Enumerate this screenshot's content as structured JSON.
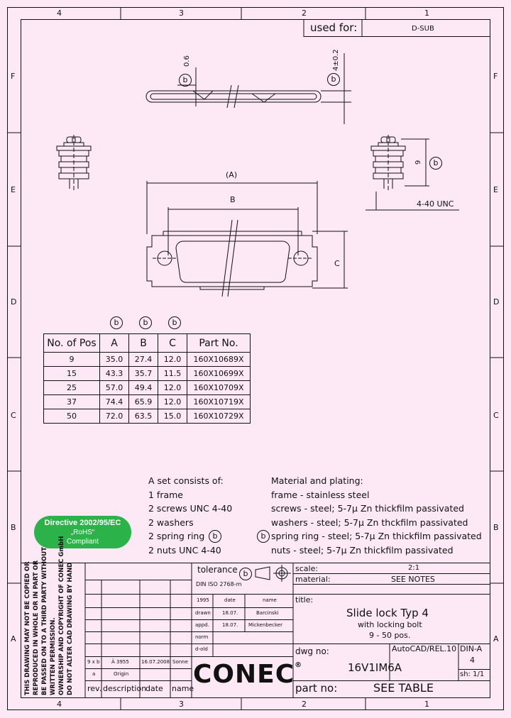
{
  "border": {
    "col_labels": [
      "4",
      "3",
      "2",
      "1"
    ],
    "row_labels": [
      "F",
      "E",
      "D",
      "C",
      "B",
      "A"
    ]
  },
  "used_for": {
    "label": "used for:",
    "value": "D-SUB"
  },
  "dims": {
    "dim_06": "0.6",
    "dim_4": "4±0.2",
    "dim_9": "9",
    "dim_A": "(A)",
    "dim_B": "B",
    "dim_C": "C",
    "thread": "4-40 UNC",
    "b_marker": "b"
  },
  "parts_table": {
    "headers": [
      "No. of Pos",
      "A",
      "B",
      "C",
      "Part No."
    ],
    "rows": [
      [
        "9",
        "35.0",
        "27.4",
        "12.0",
        "160X10689X"
      ],
      [
        "15",
        "43.3",
        "35.7",
        "11.5",
        "160X10699X"
      ],
      [
        "25",
        "57.0",
        "49.4",
        "12.0",
        "160X10709X"
      ],
      [
        "37",
        "74.4",
        "65.9",
        "12.0",
        "160X10719X"
      ],
      [
        "50",
        "72.0",
        "63.5",
        "15.0",
        "160X10729X"
      ]
    ]
  },
  "set_list": {
    "title": "A set consists of:",
    "items": [
      "1 frame",
      "2 screws UNC 4-40",
      "2 washers",
      "2 spring ring",
      "2 nuts UNC 4-40"
    ]
  },
  "material": {
    "title": "Material and plating:",
    "items": [
      "frame - stainless steel",
      "screws - steel; 5-7µ Zn thickfilm passivated",
      "washers - steel; 5-7µ Zn thckfilm passivated",
      "spring ring - steel; 5-7µ Zn thickfilm passivated",
      "nuts - steel; 5-7µ Zn thickfilm passivated"
    ]
  },
  "rohs": {
    "line1": "Directive 2002/95/EC",
    "line2": "„RoHS“",
    "line3": "Compliant"
  },
  "copyright_text": [
    "THIS DRAWING MAY NOT BE COPIED OR",
    "REPRODUCED IN WHOLE OR IN PART OR",
    "BE PASSED ON TO A THIRD PARTY WITHOUT",
    "WRITTEN PERMISSION.",
    "OWNERSHIP AND COPYRIGHT OF CONEC GmbH",
    "DO NOT ALTER CAD DRAWING BY HAND"
  ],
  "title_block": {
    "tolerance_label": "tolerance",
    "tolerance_std": "DIN ISO 2768-m",
    "scale_label": "scale:",
    "scale_value": "2:1",
    "material_label": "material:",
    "material_value": "SEE NOTES",
    "title_label": "title:",
    "title_line1": "Slide lock Typ 4",
    "title_line2": "with locking bolt",
    "title_line3": "9 - 50 pos.",
    "dwg_label": "dwg no:",
    "dwg_no": "16V1IM6A",
    "cad": "AutoCAD/REL.10",
    "din": "DIN-A",
    "din_size": "4",
    "sheet": "sh: 1/1",
    "part_label": "part no:",
    "part_value": "SEE TABLE",
    "logo": "CONEC",
    "year": "1995",
    "col_date": "date",
    "col_name": "name",
    "drawn_label": "drawn",
    "drawn_date": "18.07.",
    "drawn_name": "Barcinski",
    "appd_label": "appd.",
    "appd_date": "18.07.",
    "appd_name": "Mickenbecker",
    "norm_label": "norm",
    "dold_label": "d-old",
    "rev_rows": [
      [
        "9 x b",
        "Ä 3955",
        "16.07.2008",
        "Sonne"
      ],
      [
        "a",
        "Origin",
        "",
        ""
      ]
    ],
    "rev_header": [
      "rev.",
      "description",
      "date",
      "name"
    ]
  }
}
